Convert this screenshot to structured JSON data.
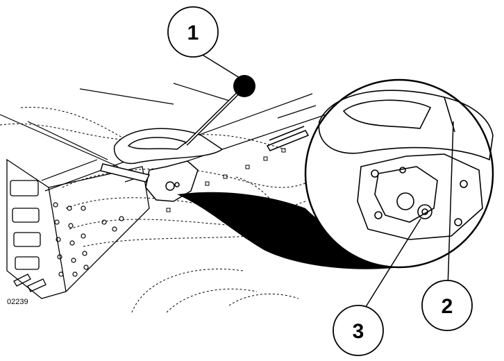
{
  "callouts": [
    {
      "number": "1",
      "points_to": "handle-knob"
    },
    {
      "number": "2",
      "points_to": "handle-edge"
    },
    {
      "number": "3",
      "points_to": "pivot-screw"
    }
  ],
  "figure_id": "02239"
}
